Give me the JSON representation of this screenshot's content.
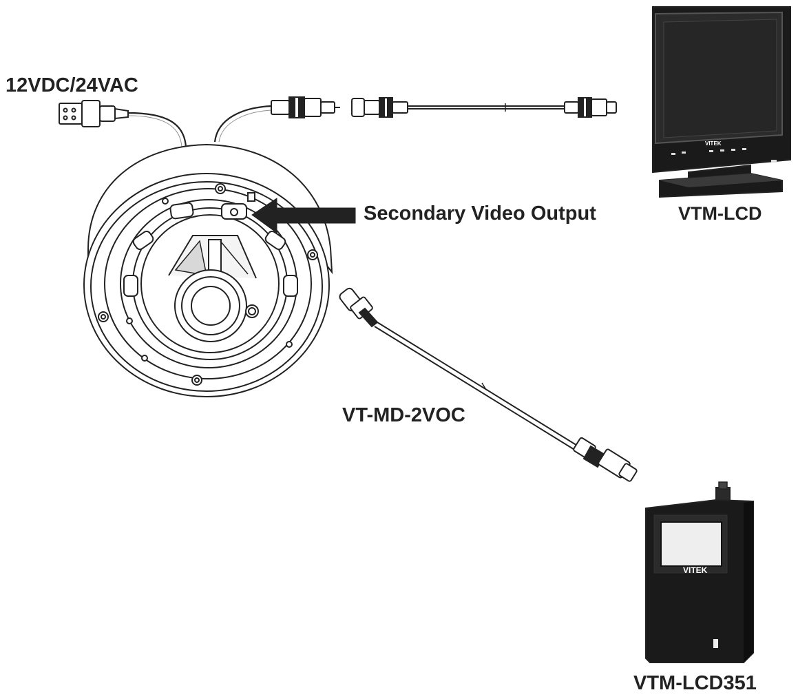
{
  "labels": {
    "power_input": "12VDC/24VAC",
    "secondary_output": "Secondary Video Output",
    "monitor_name": "VTM-LCD",
    "cable_name": "VT-MD-2VOC",
    "handheld_name": "VTM-LCD351"
  },
  "logos": {
    "monitor_brand": "VITEK",
    "handheld_brand": "VITEK"
  },
  "colors": {
    "line": "#222222",
    "device_body": "#1a1a1a",
    "screen": "#2b2b2b",
    "background": "#ffffff"
  }
}
